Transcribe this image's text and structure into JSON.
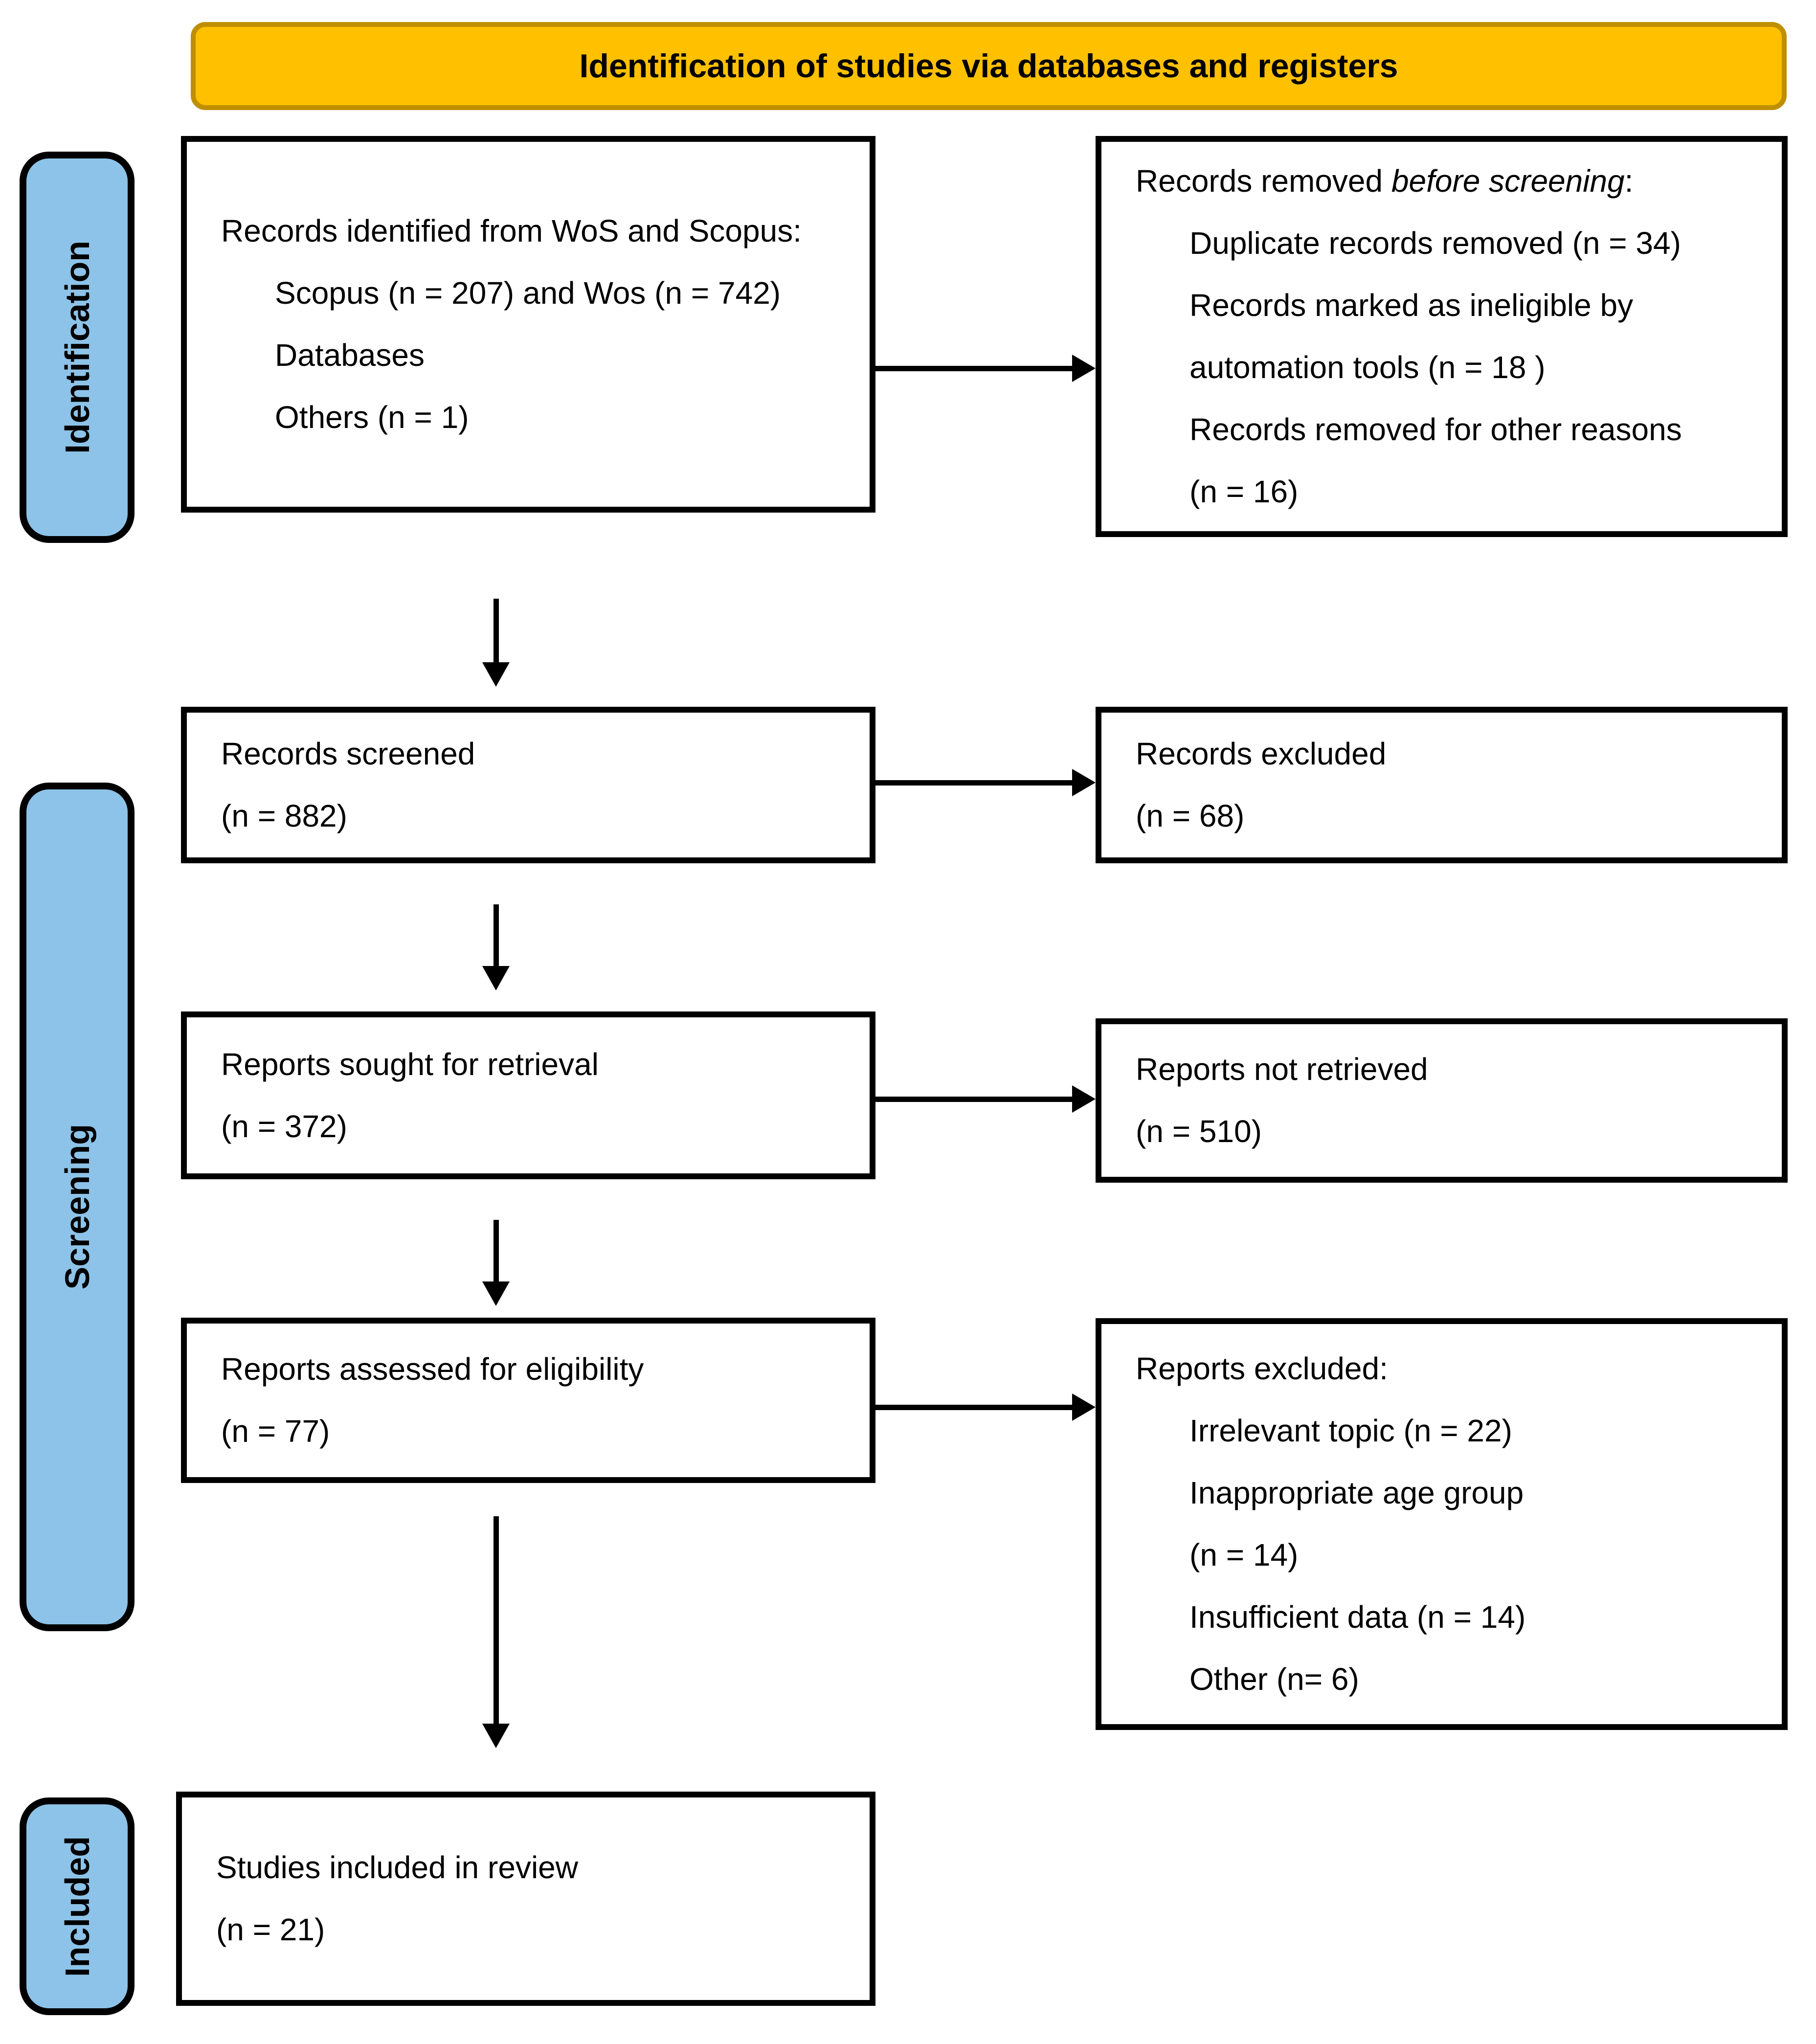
{
  "banner": {
    "title": "Identification of studies via databases and registers"
  },
  "colors": {
    "banner_fill": "#FFC000",
    "banner_border": "#BF8F00",
    "stage_fill": "#8DC3E8",
    "box_border": "#000000"
  },
  "stages": {
    "identification": "Identification",
    "screening": "Screening",
    "included": "Included"
  },
  "boxes": {
    "identified": {
      "lines": [
        "Records identified from WoS and Scopus:",
        "Scopus (n = 207) and Wos (n = 742)",
        "Databases",
        "Others (n = 1)"
      ]
    },
    "removed": {
      "title": {
        "prefix": "Records removed ",
        "italic": "before screening",
        "suffix": ":"
      },
      "items": [
        "Duplicate records removed (n = 34)",
        "Records marked as ineligible by",
        "automation tools (n = 18 )",
        "Records removed for other reasons",
        "(n = 16)"
      ]
    },
    "screened": {
      "lines": [
        "Records screened",
        "(n = 882)"
      ]
    },
    "records_excluded": {
      "lines": [
        "Records excluded",
        "(n = 68)"
      ]
    },
    "sought": {
      "lines": [
        "Reports sought for retrieval",
        "(n = 372)"
      ]
    },
    "not_retrieved": {
      "lines": [
        "Reports not retrieved",
        "(n = 510)"
      ]
    },
    "assessed": {
      "lines": [
        "Reports assessed for eligibility",
        "(n = 77)"
      ]
    },
    "reports_excluded": {
      "title": "Reports excluded:",
      "items": [
        "Irrelevant topic (n = 22)",
        "Inappropriate age group",
        "(n = 14)",
        "Insufficient data (n = 14)",
        "Other (n= 6)"
      ]
    },
    "included_studies": {
      "lines": [
        "Studies included in review",
        "(n = 21)"
      ]
    }
  }
}
